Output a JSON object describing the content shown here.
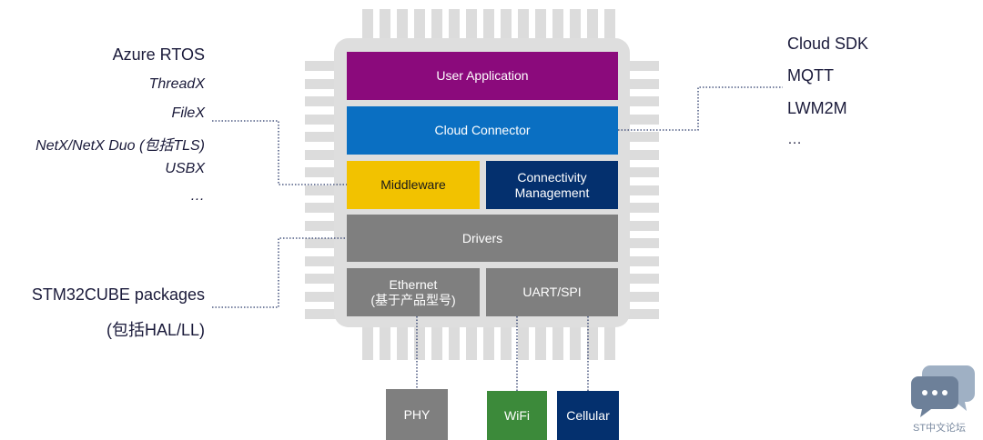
{
  "chip": {
    "user_application": "User Application",
    "cloud_connector": "Cloud Connector",
    "middleware": "Middleware",
    "connectivity_management": "Connectivity\nManagement",
    "drivers": "Drivers",
    "ethernet": "Ethernet\n(基于产品型号)",
    "uart_spi": "UART/SPI"
  },
  "left_labels": {
    "azure_rtos": "Azure RTOS",
    "threadx": "ThreadX",
    "filex": "FileX",
    "netx": "NetX/NetX Duo (包括TLS)",
    "usbx": "USBX",
    "ellipsis": "…",
    "stm32cube": "STM32CUBE packages",
    "hal_ll": "(包括HAL/LL)"
  },
  "right_labels": {
    "cloud_sdk": "Cloud SDK",
    "mqtt": "MQTT",
    "lwm2m": "LWM2M",
    "ellipsis": "…"
  },
  "external": {
    "phy": "PHY",
    "wifi": "WiFi",
    "cellular": "Cellular"
  },
  "watermark": {
    "text": "ST中文论坛",
    "icon": "chat-bubbles-icon"
  },
  "colors": {
    "user_application": "#8b0a7c",
    "cloud_connector": "#0a6fc2",
    "middleware": "#f2c200",
    "connectivity_management": "#04306e",
    "drivers": "#7f7f7f",
    "ethernet": "#7f7f7f",
    "uart_spi": "#7f7f7f",
    "phy": "#7f7f7f",
    "wifi": "#3c8a3a",
    "cellular": "#04306e"
  }
}
